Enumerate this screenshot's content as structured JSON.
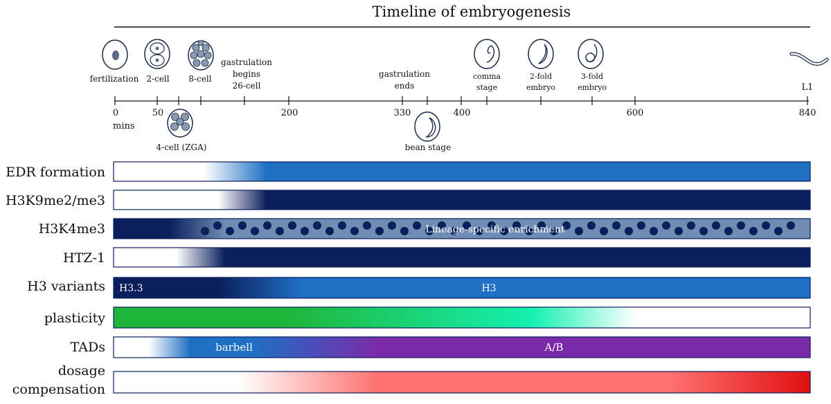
{
  "title": "Timeline of embryogenesis",
  "axis": {
    "ticks": [
      "0",
      "50",
      "200",
      "330",
      "400",
      "600",
      "840"
    ],
    "unit": "mins"
  },
  "stages": {
    "fertilization": "fertilization",
    "two_cell": "2-cell",
    "four_cell": "4-cell (ZGA)",
    "eight_cell": "8-cell",
    "gastrulation_begins": [
      "gastrulation",
      "begins",
      "26-cell"
    ],
    "gastrulation_ends": [
      "gastrulation",
      "ends"
    ],
    "bean": "bean stage",
    "comma": [
      "comma",
      "stage"
    ],
    "two_fold": [
      "2-fold",
      "embryo"
    ],
    "three_fold": [
      "3-fold",
      "embryo"
    ],
    "l1": "L1"
  },
  "rows": [
    {
      "label": "EDR formation",
      "color": "#1f6fc5"
    },
    {
      "label": "H3K9me2/me3",
      "color": "#0b1f5c"
    },
    {
      "label": "H3K4me3",
      "text": "Lineage-specific enrichment",
      "color": "#6f8db3"
    },
    {
      "label": "HTZ-1",
      "color": "#0b1f5c"
    },
    {
      "label": "H3 variants",
      "text_left": "H3.3",
      "text_mid": "H3",
      "color": "#1f6fc5"
    },
    {
      "label": "plasticity",
      "color": "#1fb53a"
    },
    {
      "label": "TADs",
      "text_left": "barbell",
      "text_mid": "A/B",
      "color": "#7a2aa8"
    },
    {
      "label": [
        "dosage",
        "compensation"
      ],
      "color": "#e01010"
    }
  ],
  "colors": {
    "navy": "#0b1f5c",
    "blue": "#1f6fc5",
    "green": "#1fb53a",
    "purple": "#7a2aa8",
    "red": "#e01010"
  }
}
